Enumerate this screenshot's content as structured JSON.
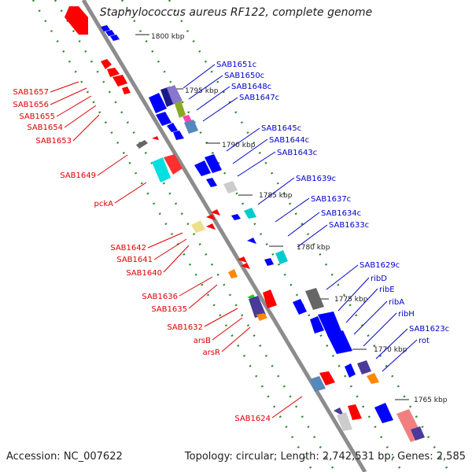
{
  "title": "Staphylococcus aureus RF122, complete genome",
  "footer": {
    "accession": "Accession: NC_007622",
    "topology": "Topology: circular; Length: 2,742,531 bp; Genes: 2,585"
  },
  "colors": {
    "backbone": "#888888",
    "forward_label": "#0000cc",
    "reverse_label": "#dd0000",
    "dots": "#2b8a2b"
  },
  "ruler": [
    "1800 kbp",
    "1795 kbp",
    "1790 kbp",
    "1785 kbp",
    "1780 kbp",
    "1775 kbp",
    "1770 kbp",
    "1765 kbp"
  ],
  "forward_genes": [
    "SAB1651c",
    "SAB1650c",
    "SAB1648c",
    "SAB1647c",
    "SAB1645c",
    "SAB1644c",
    "SAB1643c",
    "SAB1639c",
    "SAB1637c",
    "SAB1634c",
    "SAB1633c",
    "SAB1629c",
    "ribD",
    "ribE",
    "ribA",
    "ribH",
    "SAB1623c",
    "rot"
  ],
  "reverse_genes": [
    "SAB1657",
    "SAB1656",
    "SAB1655",
    "SAB1654",
    "SAB1653",
    "SAB1649",
    "pckA",
    "SAB1642",
    "SAB1641",
    "SAB1640",
    "SAB1636",
    "SAB1635",
    "SAB1632",
    "arsB",
    "arsR",
    "SAB1624"
  ]
}
